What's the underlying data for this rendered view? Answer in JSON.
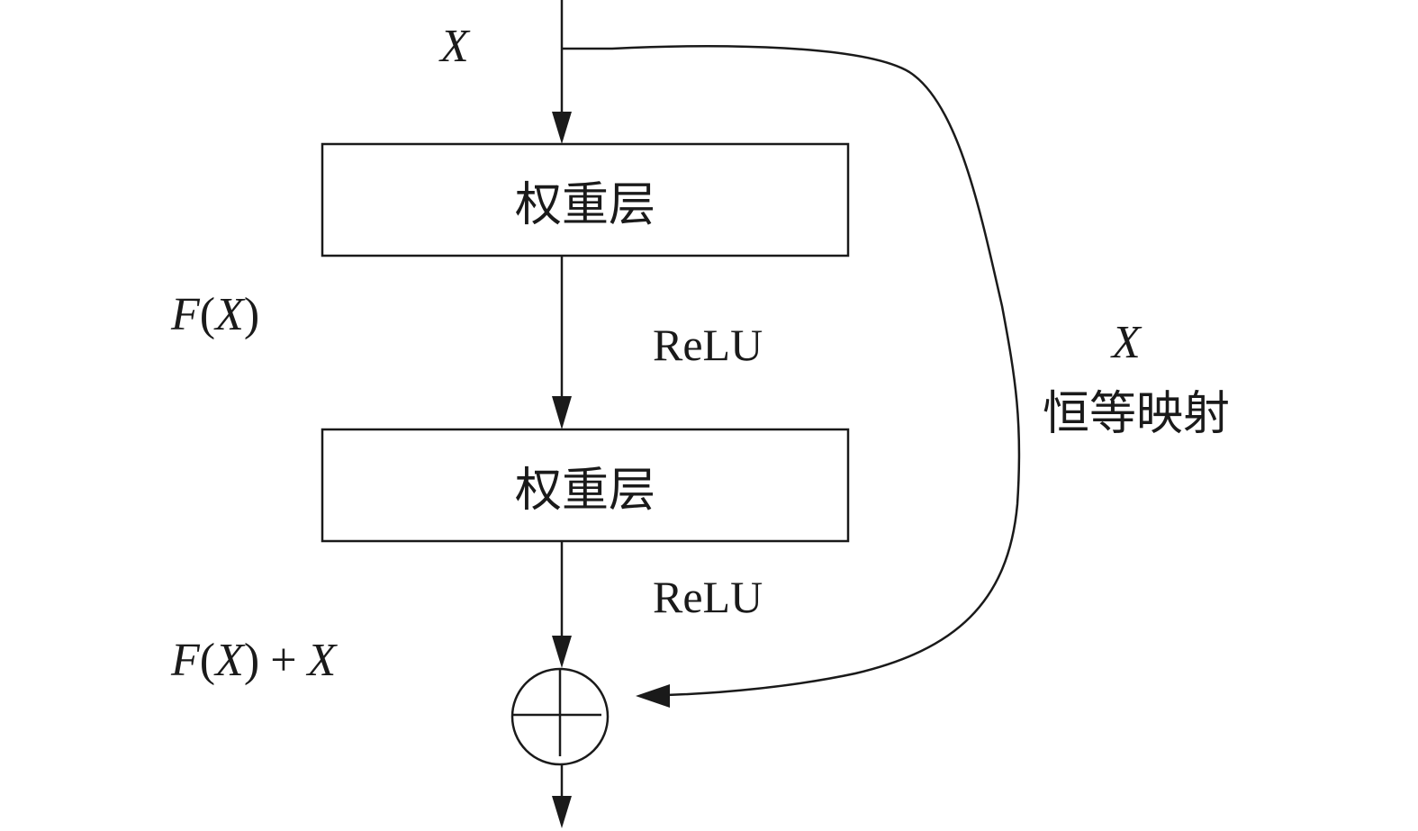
{
  "input_label": {
    "var": "X"
  },
  "layers": [
    {
      "label": "权重层"
    },
    {
      "label": "权重层"
    }
  ],
  "residual_label": {
    "func": "F",
    "open": "(",
    "var": "X",
    "close": ")"
  },
  "activations": [
    {
      "label": "ReLU"
    },
    {
      "label": "ReLU"
    }
  ],
  "sum_label": {
    "func": "F",
    "open": "(",
    "var": "X",
    "close": ")",
    "op": "+",
    "var2": "X"
  },
  "shortcut": {
    "var": "X",
    "label": "恒等映射"
  }
}
